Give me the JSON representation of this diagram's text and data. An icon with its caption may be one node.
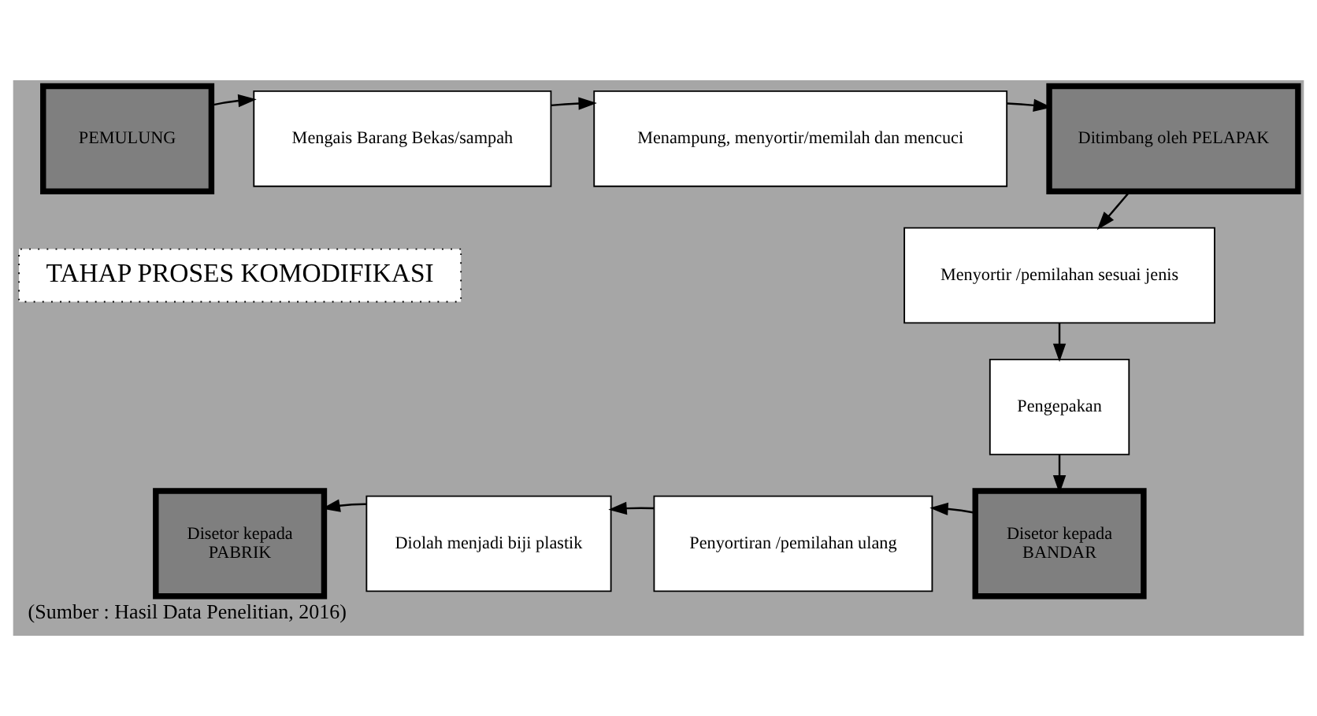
{
  "diagram": {
    "caption": "(Sumber : Hasil Data Penelitian, 2016)",
    "nodes": [
      {
        "text": [
          "PEMULUNG"
        ]
      },
      {
        "text": [
          "Mengais Barang Bekas/sampah"
        ]
      },
      {
        "text": [
          "Menampung, menyortir/memilah dan mencuci"
        ]
      },
      {
        "text": [
          "Ditimbang oleh PELAPAK"
        ]
      },
      {
        "text": [
          "Menyortir /pemilahan sesuai jenis"
        ]
      },
      {
        "text": [
          "Pengepakan"
        ]
      },
      {
        "text": [
          "Disetor kepada",
          "BANDAR"
        ]
      },
      {
        "text": [
          "Penyortiran /pemilahan ulang"
        ]
      },
      {
        "text": [
          "Diolah menjadi biji plastik"
        ]
      },
      {
        "text": [
          "Disetor kepada",
          "PABRIK"
        ]
      },
      {
        "text": [
          "TAHAP PROSES KOMODIFIKASI"
        ]
      }
    ],
    "edges": [
      {
        "from": 0,
        "to": 1,
        "arrow": "to"
      },
      {
        "from": 1,
        "to": 2,
        "arrow": "to"
      },
      {
        "from": 2,
        "to": 3,
        "arrow": "to"
      },
      {
        "from": 3,
        "to": 4,
        "arrow": "to"
      },
      {
        "from": 4,
        "to": 5,
        "arrow": "to"
      },
      {
        "from": 5,
        "to": 6,
        "arrow": "to"
      },
      {
        "from": 6,
        "to": 7,
        "arrow": "to"
      },
      {
        "from": 7,
        "to": 8,
        "arrow": "to"
      },
      {
        "from": 8,
        "to": 9,
        "arrow": "to"
      }
    ]
  }
}
